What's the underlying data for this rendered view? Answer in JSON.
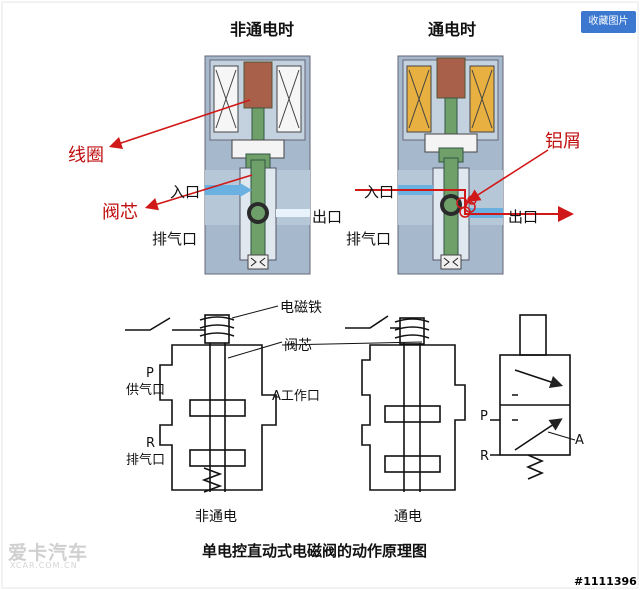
{
  "top": {
    "left_title": "非通电时",
    "right_title": "通电时",
    "coil_label": "线圈",
    "core_label": "阀芯",
    "debris_label": "铝屑",
    "left_inlet": "入口",
    "left_outlet": "出口",
    "left_exhaust": "排气口",
    "right_inlet": "入口",
    "right_outlet": "出口",
    "right_exhaust": "排气口"
  },
  "bottom": {
    "electromagnet_label": "电磁铁",
    "core_label": "阀芯",
    "port_p": "P",
    "supply_port": "供气口",
    "port_a_work": "A工作口",
    "port_r": "R",
    "exhaust_port": "排气口",
    "deenergized": "非通电",
    "energized": "通电",
    "symbol_p": "P",
    "symbol_a": "A",
    "symbol_r": "R",
    "title": "单电控直动式电磁阀的动作原理图"
  },
  "ui": {
    "save_button": "收藏图片",
    "watermark_logo": "爱卡汽车",
    "watermark_url": "XCAR.COM.CN",
    "post_id": "#1111396"
  }
}
